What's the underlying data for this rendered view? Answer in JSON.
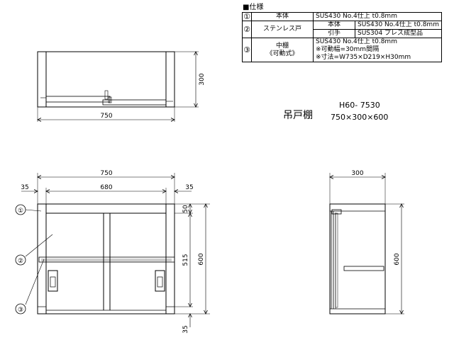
{
  "spec": {
    "title": "■仕様",
    "rows": [
      {
        "num": "①",
        "name": "本体",
        "value": "SUS430 No.4仕上 t0.8mm"
      },
      {
        "num": "②",
        "name": "ステンレス戸",
        "sub": [
          {
            "label": "本体",
            "value": "SUS430 No.4仕上 t0.8mm"
          },
          {
            "label": "引手",
            "value": "SUS304 プレス成型品"
          }
        ]
      },
      {
        "num": "③",
        "name_line1": "中棚",
        "name_line2": "《可動式》",
        "value_lines": [
          "SUS430 No.4仕上 t0.8mm",
          "※可動幅=30mm間隔",
          "※寸法=W735×D219×H30mm"
        ]
      }
    ]
  },
  "product": {
    "name": "吊戸棚",
    "code": "H60- 7530",
    "size": "750×300×600"
  },
  "dimensions": {
    "top_width": "750",
    "top_depth": "300",
    "front_width": "750",
    "front_inner": "680",
    "front_side_left": "35",
    "front_side_right": "35",
    "front_top": "50",
    "front_middle": "515",
    "front_bottom": "35",
    "front_height": "600",
    "side_depth": "300",
    "side_height": "600"
  },
  "callouts": [
    "①",
    "②",
    "③"
  ]
}
